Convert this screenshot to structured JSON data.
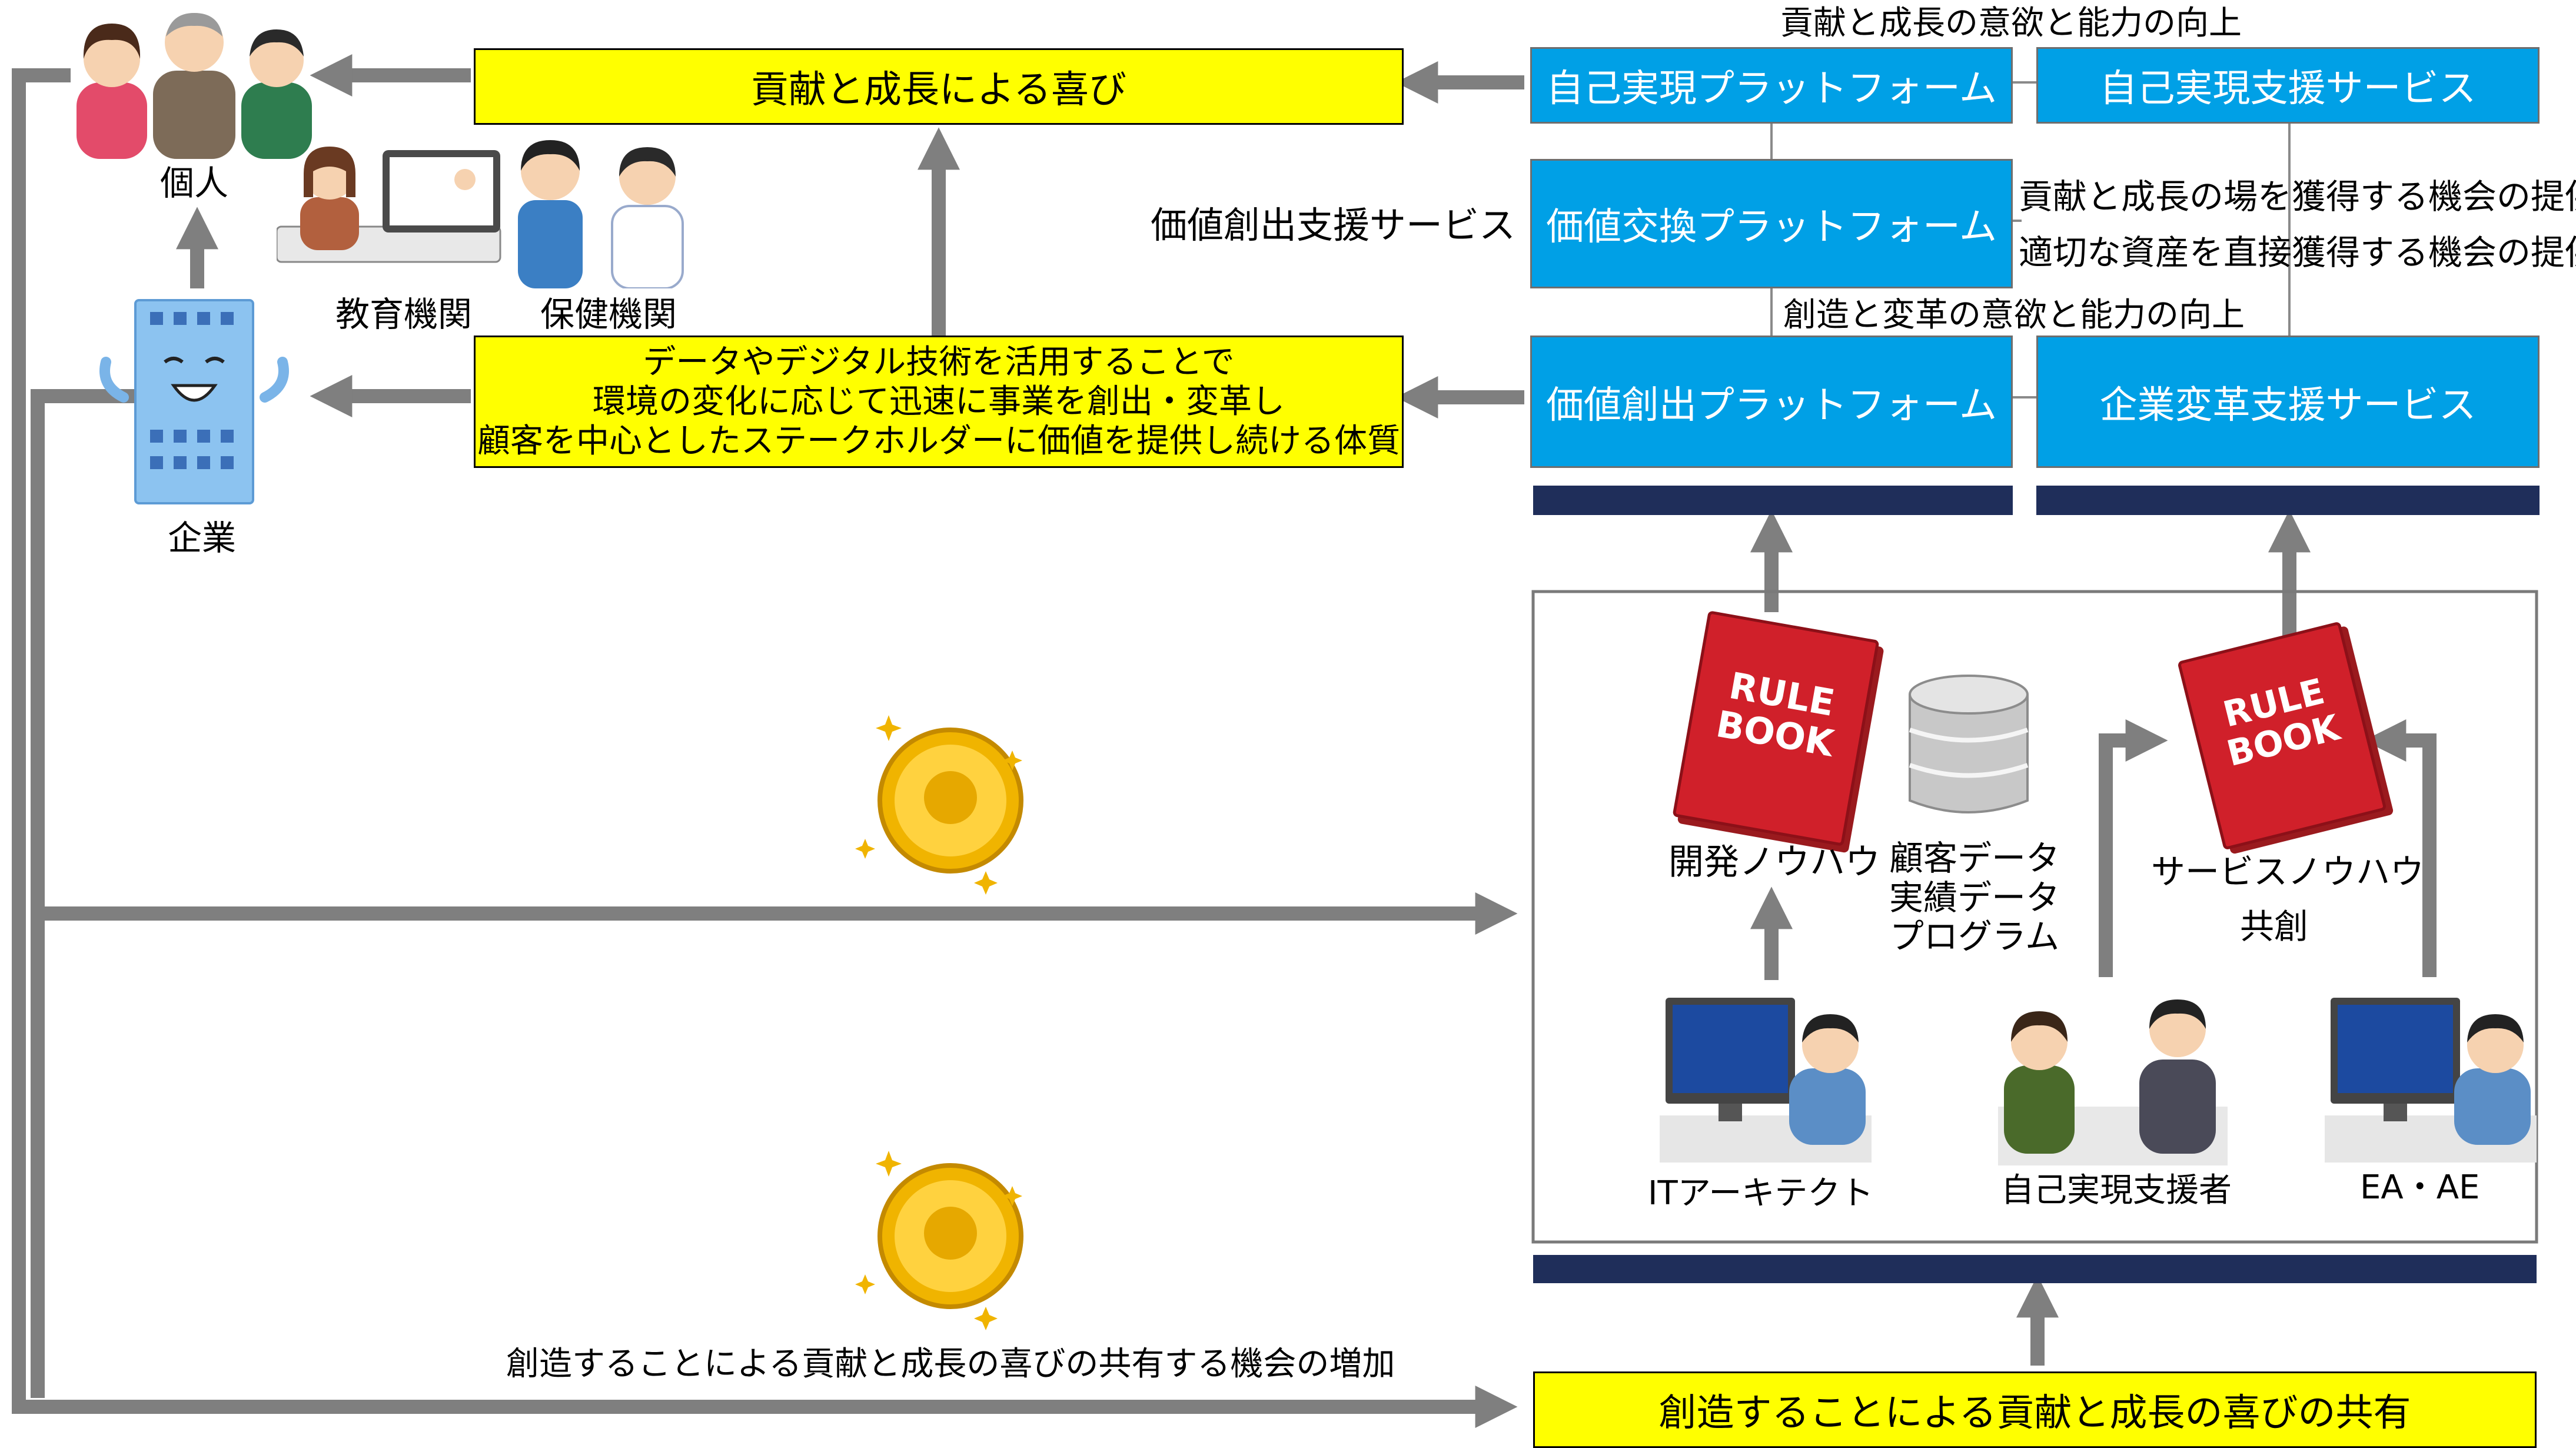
{
  "colors": {
    "highlight_yellow": "#ffff00",
    "platform_blue": "#00a0e6",
    "bar_navy": "#1f2e5a",
    "arrow_gray": "#7f7f7f",
    "book_red": "#d0202a"
  },
  "outcomes": {
    "joy": "貢献と成長による喜び",
    "corporate_capability": "データやデジタル技術を活用することで\n環境の変化に応じて迅速に事業を創出・変革し\n顧客を中心としたステークホルダーに価値を提供し続ける体質",
    "sharing": "創造することによる貢献と成長の喜びの共有"
  },
  "actors": {
    "individual": "個人",
    "education": "教育機関",
    "healthcare": "保健機関",
    "company": "企業"
  },
  "platforms": {
    "self_realization": "自己実現プラットフォーム",
    "self_realization_support": "自己実現支援サービス",
    "value_exchange": "価値交換プラットフォーム",
    "value_creation": "価値創出プラットフォーム",
    "transformation_support": "企業変革支援サービス",
    "value_creation_support": "価値創出支援サービス"
  },
  "relations": {
    "top": "貢献と成長の意欲と能力の向上",
    "opportunity_place": "貢献と成長の場を獲得する機会の提供",
    "opportunity_asset": "適切な資産を直接獲得する機会の提供",
    "middle": "創造と変革の意欲と能力の向上"
  },
  "assets": {
    "book_text": "RULE\nBOOK",
    "dev_knowhow": "開発ノウハウ",
    "data_stack": "顧客データ\n実績データ\nプログラム",
    "service_knowhow": "サービスノウハウ",
    "cocreation": "共創"
  },
  "roles": {
    "architect": "ITアーキテクト",
    "supporter": "自己実現支援者",
    "ea": "EA・AE"
  },
  "flows": {
    "increase": "創造することによる貢献と成長の喜びの共有する機会の増加"
  },
  "icons": [
    "people-group-icon",
    "teacher-icon",
    "doctor-nurse-icon",
    "building-mascot-icon",
    "rule-book-icon",
    "database-icon",
    "coin-icon",
    "engineer-icon",
    "meeting-icon"
  ]
}
